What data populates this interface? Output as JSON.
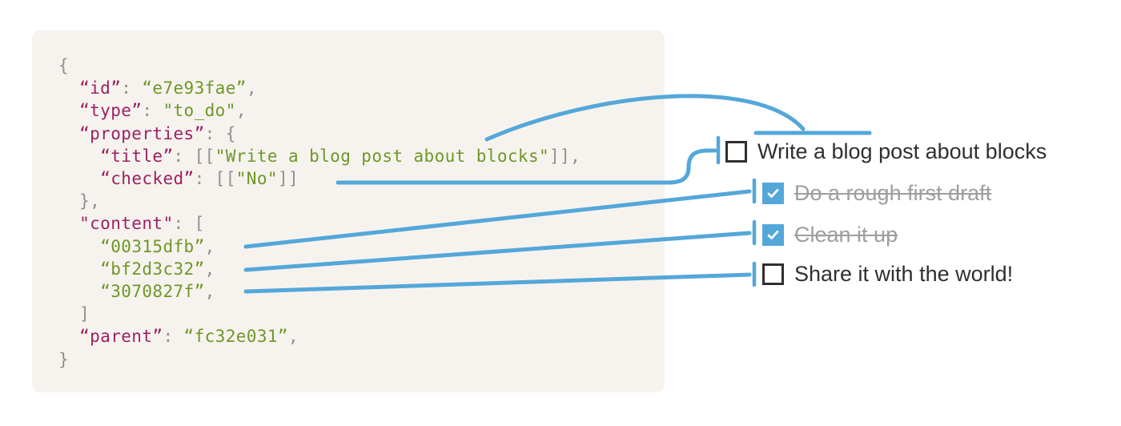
{
  "code_block": {
    "language": "json",
    "lines": [
      [
        [
          "p",
          "{"
        ]
      ],
      [
        [
          "p",
          "  "
        ],
        [
          "k",
          "“id”"
        ],
        [
          "p",
          ": "
        ],
        [
          "s",
          "“e7e93fae”"
        ],
        [
          "p",
          ","
        ]
      ],
      [
        [
          "p",
          "  "
        ],
        [
          "k",
          "“type”"
        ],
        [
          "p",
          ": "
        ],
        [
          "s",
          "\"to_do\""
        ],
        [
          "p",
          ","
        ]
      ],
      [
        [
          "p",
          "  "
        ],
        [
          "k",
          "“properties”"
        ],
        [
          "p",
          ": {"
        ]
      ],
      [
        [
          "p",
          "    "
        ],
        [
          "k",
          "“title”"
        ],
        [
          "p",
          ": [["
        ],
        [
          "s",
          "\"Write a blog post about blocks\""
        ],
        [
          "p",
          "]],"
        ]
      ],
      [
        [
          "p",
          "    "
        ],
        [
          "k",
          "“checked”"
        ],
        [
          "p",
          ": [["
        ],
        [
          "s",
          "\"No\""
        ],
        [
          "p",
          "]]"
        ]
      ],
      [
        [
          "p",
          "  },"
        ]
      ],
      [
        [
          "p",
          "  "
        ],
        [
          "k",
          "\"content\""
        ],
        [
          "p",
          ": ["
        ]
      ],
      [
        [
          "p",
          "    "
        ],
        [
          "s",
          "“00315dfb”"
        ],
        [
          "p",
          ","
        ]
      ],
      [
        [
          "p",
          "    "
        ],
        [
          "s",
          "“bf2d3c32”"
        ],
        [
          "p",
          ","
        ]
      ],
      [
        [
          "p",
          "    "
        ],
        [
          "s",
          "“3070827f”"
        ],
        [
          "p",
          ","
        ]
      ],
      [
        [
          "p",
          "  ]"
        ]
      ],
      [
        [
          "p",
          "  "
        ],
        [
          "k",
          "“parent”"
        ],
        [
          "p",
          ": "
        ],
        [
          "s",
          "“fc32e031”"
        ],
        [
          "p",
          ","
        ]
      ],
      [
        [
          "p",
          "}"
        ]
      ]
    ]
  },
  "todo_list": {
    "items": [
      {
        "label": "Write a blog post about blocks",
        "checked": false,
        "struck": false
      },
      {
        "label": "Do a rough first draft",
        "checked": true,
        "struck": true
      },
      {
        "label": "Clean it up",
        "checked": true,
        "struck": true
      },
      {
        "label": "Share it with the world!",
        "checked": false,
        "struck": false
      }
    ]
  },
  "connections": {
    "title_to_item1_text": "“title” value points to the text of the first to-do item",
    "checked_to_item1_checkbox": "“checked”: [[\"No\"]] points to the unchecked checkbox",
    "content_id_1_to_item2": "“00315dfb” points to “Do a rough first draft”",
    "content_id_2_to_item3": "“bf2d3c32” points to “Clean it up”",
    "content_id_3_to_item4": "“3070827f” points to “Share it with the world!”"
  },
  "colors": {
    "accent_blue": "#54a7d9",
    "code_key": "#9d2063",
    "code_string": "#6e9726",
    "code_punctuation": "#8f8f8f",
    "panel_background": "#f6f3ee",
    "text_dark": "#2f2f2f",
    "text_muted": "#9e9e9e"
  }
}
